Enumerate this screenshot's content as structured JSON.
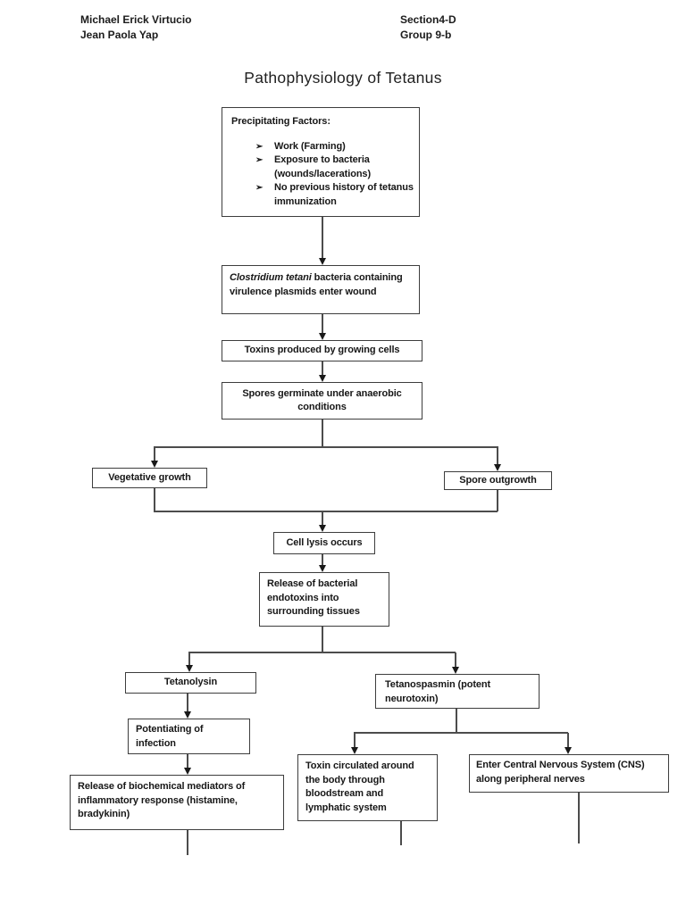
{
  "header": {
    "name1": "Michael Erick Virtucio",
    "name2": "Jean Paola Yap",
    "section": "Section4-D",
    "group": "Group 9-b"
  },
  "title": "Pathophysiology of Tetanus",
  "flowchart": {
    "precipitating": {
      "heading": "Precipitating Factors:",
      "bullet": "➢",
      "items": [
        "Work (Farming)",
        "Exposure to bacteria (wounds/lacerations)",
        "No previous history of tetanus immunization"
      ]
    },
    "clostridium": {
      "italic": "Clostridium tetani",
      "rest": "  bacteria containing virulence plasmids enter wound"
    },
    "toxins": "Toxins produced by growing cells",
    "spores": "Spores germinate under anaerobic conditions",
    "vegetative": "Vegetative growth",
    "spore_outgrowth": "Spore outgrowth",
    "cell_lysis": "Cell lysis occurs",
    "endotoxins": "Release of bacterial endotoxins into surrounding tissues",
    "tetanolysin": "Tetanolysin",
    "tetanospasmin": "Tetanospasmin (potent neurotoxin)",
    "potentiating": "Potentiating of infection",
    "biochemical": "Release of biochemical mediators of inflammatory response (histamine, bradykinin)",
    "toxin_circulated": "Toxin circulated around the body through bloodstream and lymphatic system",
    "enter_cns": "Enter Central Nervous System (CNS) along peripheral nerves"
  },
  "colors": {
    "background": "#ffffff",
    "line": "#4c4c4c",
    "box_border": "#3d3d3d",
    "text": "#171717"
  }
}
